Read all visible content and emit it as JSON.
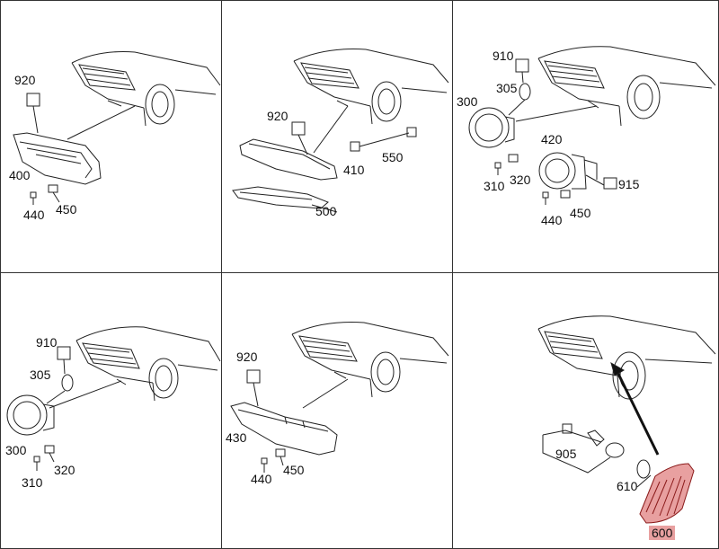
{
  "panels": [
    {
      "labels": {
        "a": "920",
        "b": "400",
        "c": "440",
        "d": "450"
      }
    },
    {
      "labels": {
        "a": "920",
        "b": "410",
        "c": "550",
        "d": "500"
      }
    },
    {
      "labels": {
        "a": "910",
        "b": "305",
        "c": "300",
        "d": "420",
        "e": "310",
        "f": "320",
        "g": "915",
        "h": "440",
        "i": "450"
      }
    },
    {
      "labels": {
        "a": "910",
        "b": "305",
        "c": "300",
        "d": "320",
        "e": "310"
      }
    },
    {
      "labels": {
        "a": "920",
        "b": "430",
        "c": "440",
        "d": "450"
      }
    },
    {
      "labels": {
        "a": "905",
        "b": "610",
        "c": "600"
      }
    }
  ],
  "colors": {
    "line": "#222222",
    "highlight": "#e8a0a0",
    "background": "#ffffff"
  }
}
